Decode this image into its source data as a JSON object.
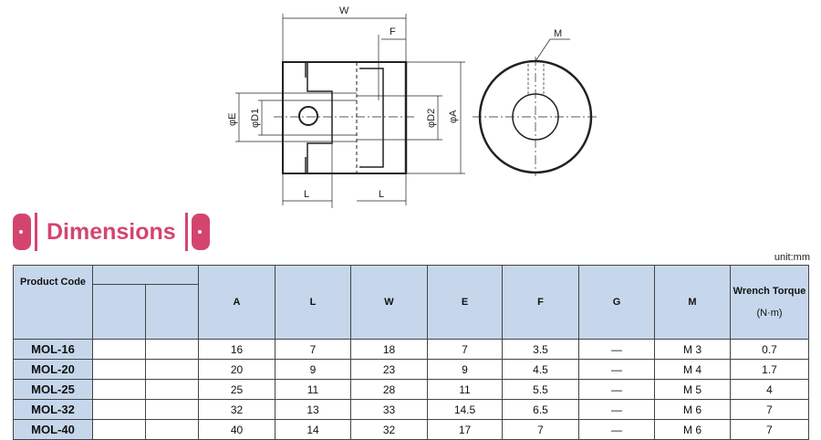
{
  "drawing": {
    "labels": {
      "W": "W",
      "F": "F",
      "M": "M",
      "E": "φE",
      "D1": "φD1",
      "D2": "φD2",
      "A": "φA",
      "L1": "L",
      "L2": "L"
    }
  },
  "section_title": "Dimensions",
  "unit": "unit:mm",
  "table": {
    "headers": {
      "product_code": "Product Code",
      "A": "A",
      "L": "L",
      "W": "W",
      "E": "E",
      "F": "F",
      "G": "G",
      "M": "M",
      "torque": "Wrench Torque",
      "torque_unit": "(N·m)"
    },
    "rows": [
      {
        "code": "MOL-16",
        "A": "16",
        "L": "7",
        "W": "18",
        "E": "7",
        "F": "3.5",
        "G": "—",
        "M": "M 3",
        "T": "0.7"
      },
      {
        "code": "MOL-20",
        "A": "20",
        "L": "9",
        "W": "23",
        "E": "9",
        "F": "4.5",
        "G": "—",
        "M": "M 4",
        "T": "1.7"
      },
      {
        "code": "MOL-25",
        "A": "25",
        "L": "11",
        "W": "28",
        "E": "11",
        "F": "5.5",
        "G": "—",
        "M": "M 5",
        "T": "4"
      },
      {
        "code": "MOL-32",
        "A": "32",
        "L": "13",
        "W": "33",
        "E": "14.5",
        "F": "6.5",
        "G": "—",
        "M": "M 6",
        "T": "7"
      },
      {
        "code": "MOL-40",
        "A": "40",
        "L": "14",
        "W": "32",
        "E": "17",
        "F": "7",
        "G": "—",
        "M": "M 6",
        "T": "7"
      }
    ]
  }
}
